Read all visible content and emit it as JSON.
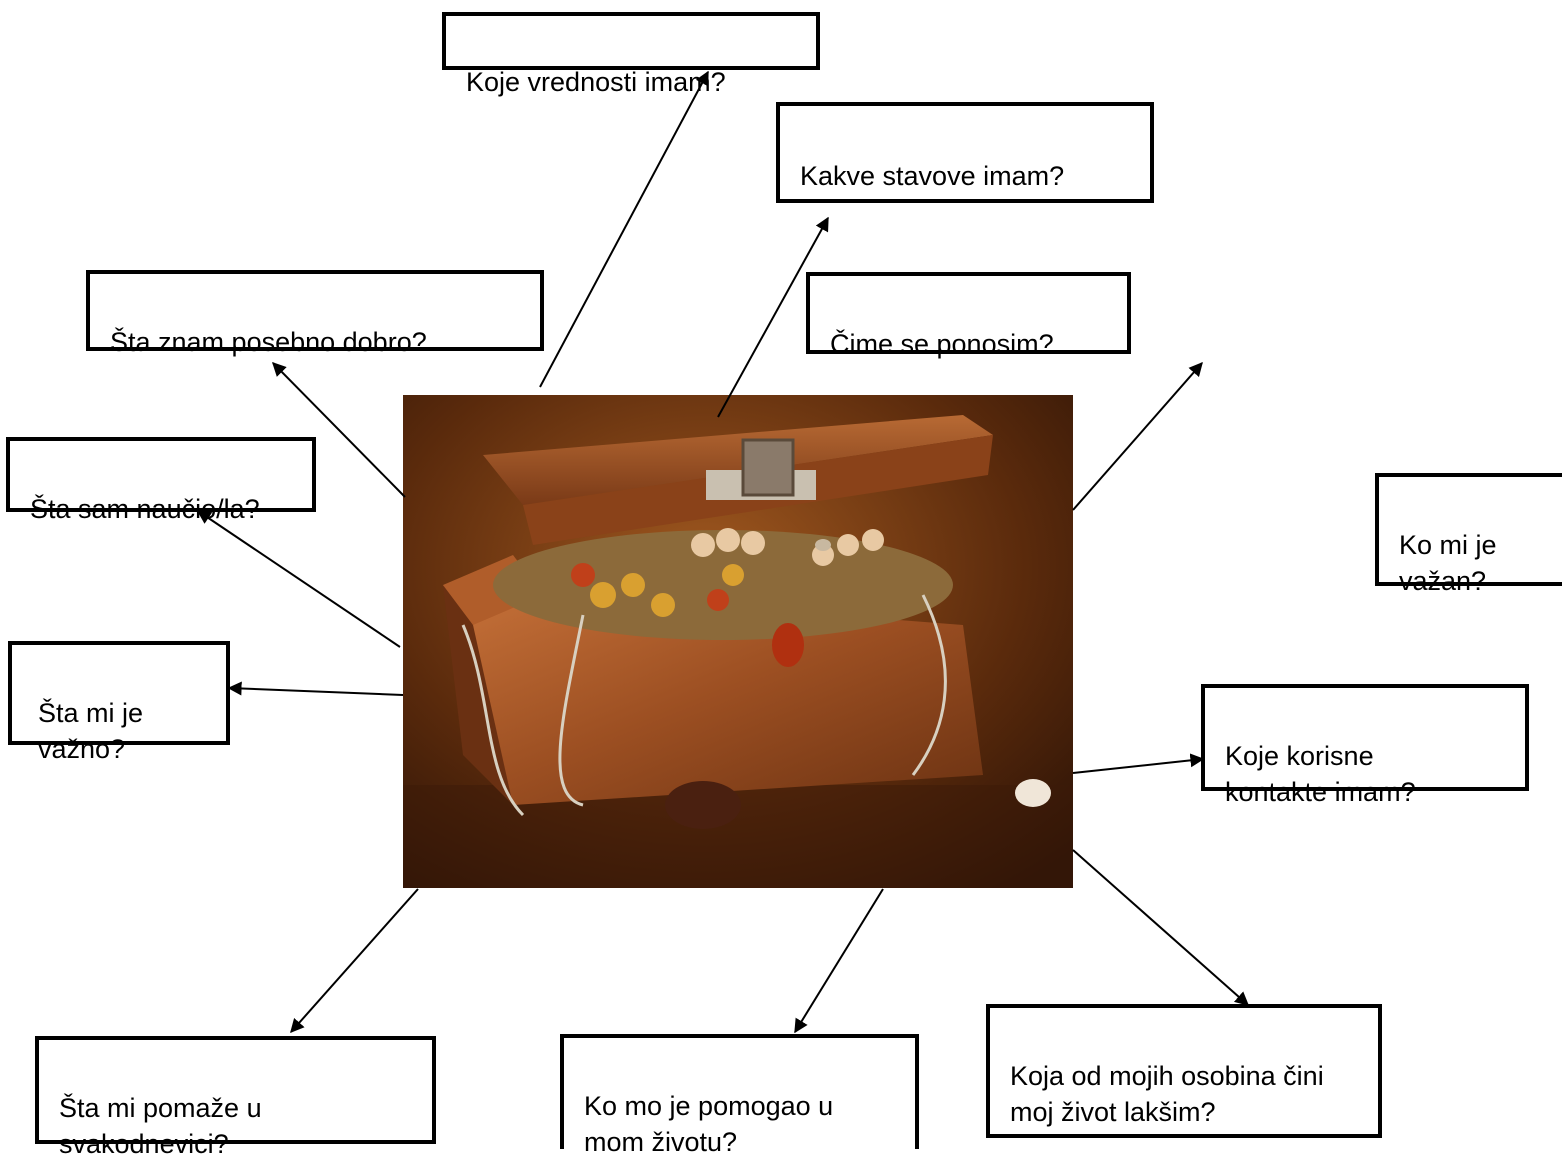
{
  "questions": [
    {
      "id": "values",
      "text": "Koje vrednosti imam?"
    },
    {
      "id": "attitudes",
      "text": "Kakve stavove imam?"
    },
    {
      "id": "good-at",
      "text": "Šta znam posebno dobro?"
    },
    {
      "id": "proud-of",
      "text": "Čime se ponosim?"
    },
    {
      "id": "learned",
      "text": "Šta sam naučio/la?"
    },
    {
      "id": "important-who",
      "text": "Ko mi je\nvažan?"
    },
    {
      "id": "important-what",
      "text": "Šta mi je\nvažno?"
    },
    {
      "id": "contacts",
      "text": "Koje korisne\nkontakte imam?"
    },
    {
      "id": "everyday-help",
      "text": "Šta mi pomaže u\nsvakodnevici?"
    },
    {
      "id": "who-helped",
      "text": "Ko mo je pomogao u\nmom životu?"
    },
    {
      "id": "trait",
      "text": "Koja od mojih osobina čini\nmoj život lakšim?"
    }
  ],
  "colors": {
    "border": "#000000",
    "box_bg": "#ffffff",
    "arrow": "#000000"
  }
}
